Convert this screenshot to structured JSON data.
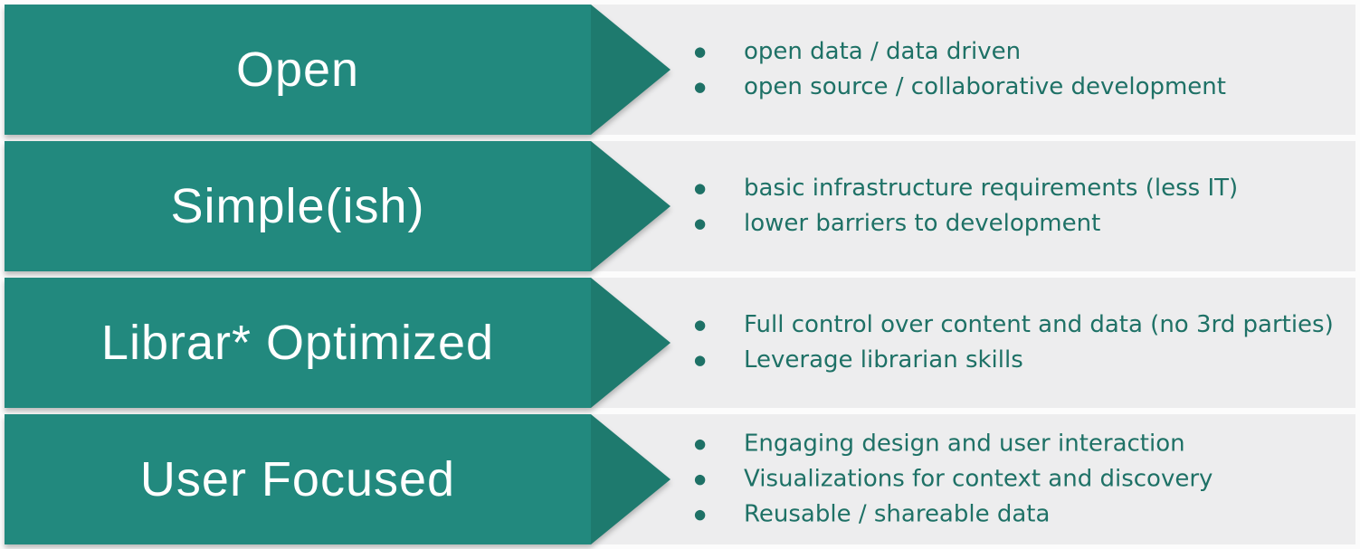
{
  "colors": {
    "banner_fill": "#22897e",
    "banner_tip_fill": "#1e7a6e",
    "banner_text": "#ffffff",
    "bullet_text": "#1e7166",
    "row_background": "#ededee",
    "page_background": "#fcfcfc"
  },
  "bullet_glyph": "●",
  "rows": [
    {
      "title": "Open",
      "bullets": [
        "open data / data driven",
        "open source / collaborative development"
      ]
    },
    {
      "title": "Simple(ish)",
      "bullets": [
        "basic infrastructure requirements (less IT)",
        "lower barriers to development"
      ]
    },
    {
      "title": "Librar* Optimized",
      "bullets": [
        "Full control over content and data (no 3rd parties)",
        "Leverage librarian skills"
      ]
    },
    {
      "title": "User Focused",
      "bullets": [
        "Engaging design and user interaction",
        "Visualizations for context and discovery",
        "Reusable / shareable data"
      ]
    }
  ]
}
